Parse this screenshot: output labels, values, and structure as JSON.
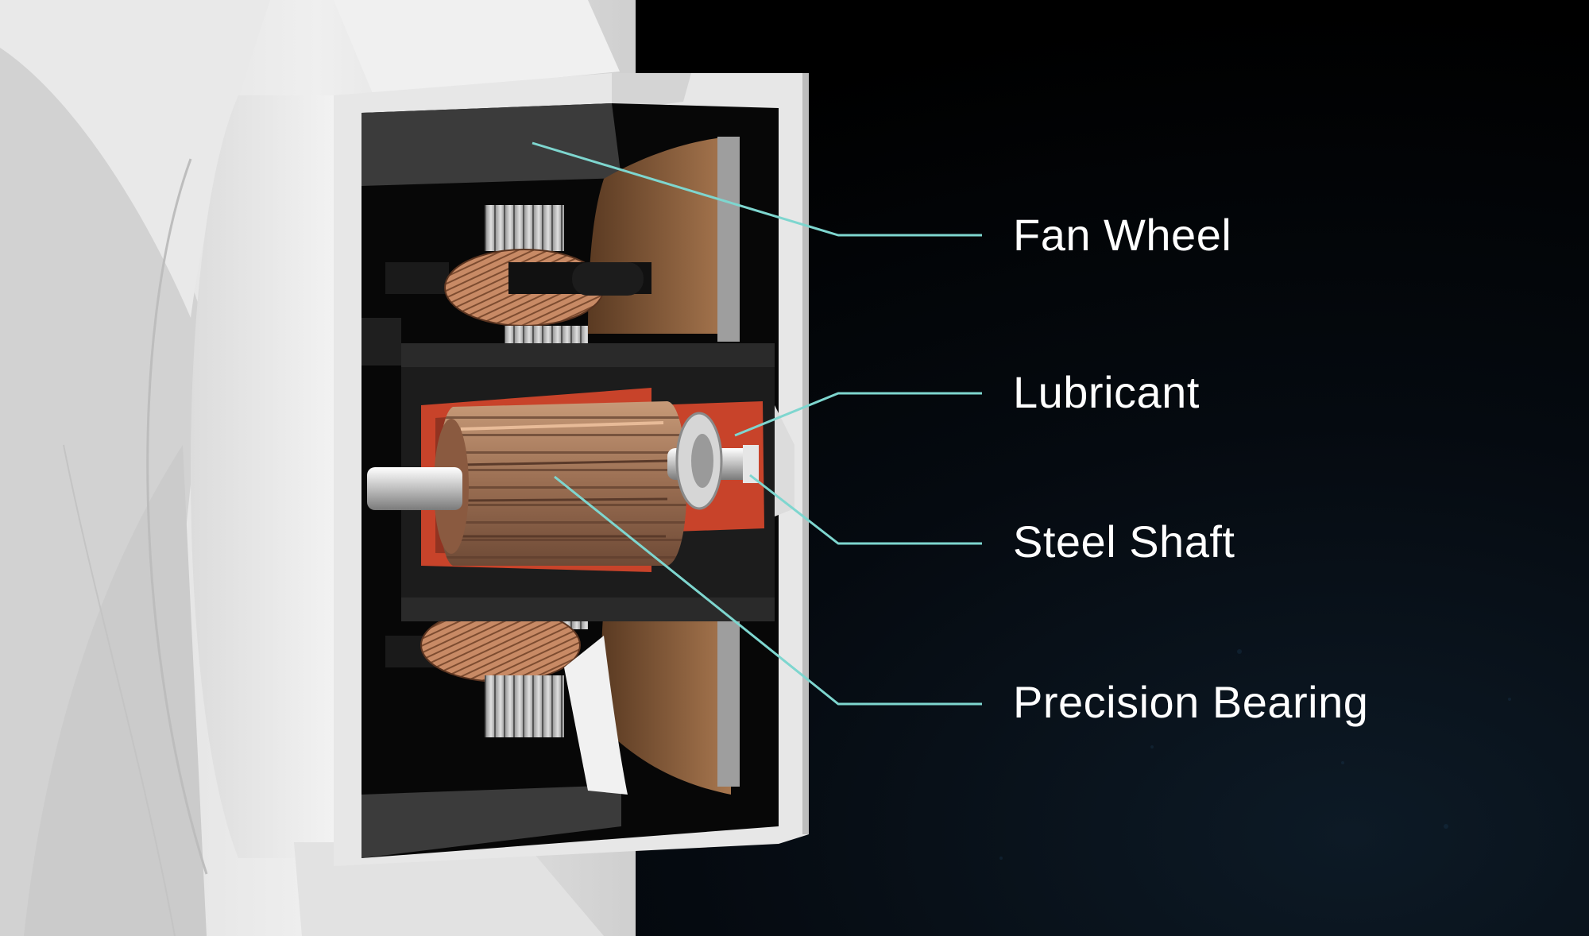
{
  "colors": {
    "background": "#000000",
    "leader_line": "#7ed6cf",
    "label_text": "#ffffff",
    "housing_white": "#e4e4e4",
    "lubricant_red": "#c8432a",
    "copper": "#b77b57"
  },
  "callouts": [
    {
      "id": "fan-wheel",
      "label": "Fan Wheel"
    },
    {
      "id": "lubricant",
      "label": "Lubricant"
    },
    {
      "id": "steel-shaft",
      "label": "Steel Shaft"
    },
    {
      "id": "precision-bearing",
      "label": "Precision Bearing"
    }
  ]
}
